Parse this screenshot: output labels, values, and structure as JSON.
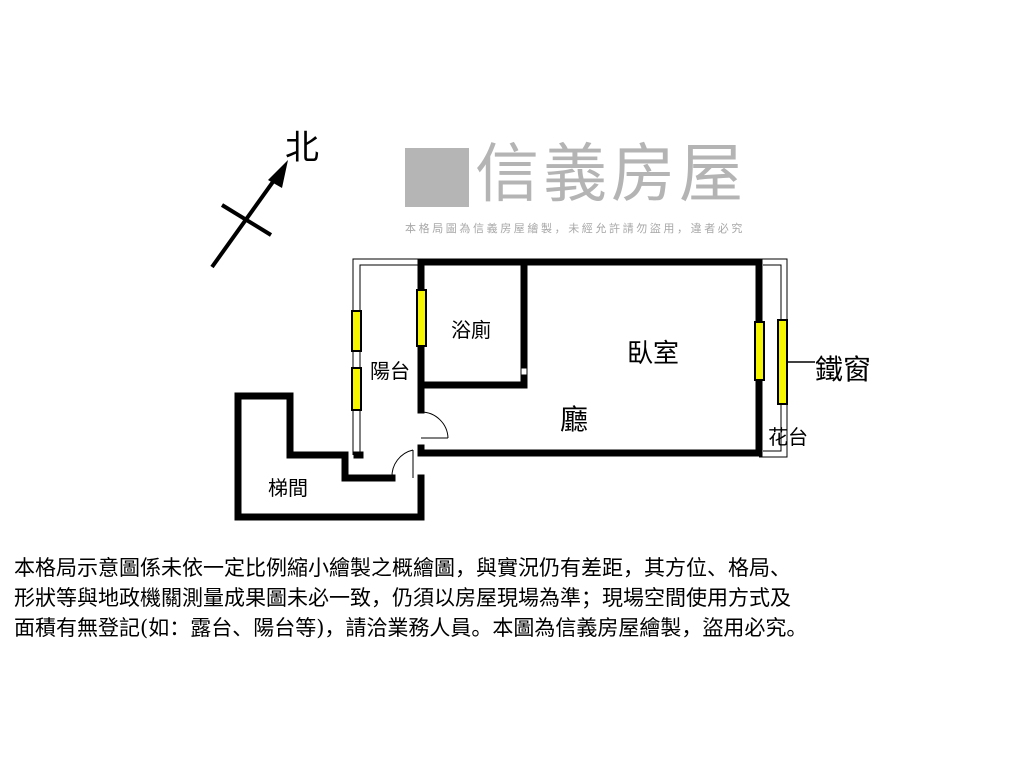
{
  "compass": {
    "label": "北"
  },
  "rooms": {
    "bathroom": "浴廁",
    "bedroom": "臥室",
    "balcony": "陽台",
    "living": "廳",
    "stairwell": "梯間",
    "planter": "花台",
    "iron_window": "鐵窗"
  },
  "watermark": {
    "brand": "信義房屋",
    "notice": "本格局圖為信義房屋繪製，未經允許請勿盜用，違者必究"
  },
  "disclaimer": {
    "lines": [
      "本格局示意圖係未依一定比例縮小繪製之概繪圖，與實況仍有差距，其方位、格局、",
      "形狀等與地政機關測量成果圖未必一致，仍須以房屋現場為準；現場空間使用方式及",
      "面積有無登記(如：露台、陽台等)，請洽業務人員。本圖為信義房屋繪製，盜用必究。"
    ]
  },
  "colors": {
    "wall": "#000000",
    "window": "#f5f500",
    "watermark": "#a8a8a8"
  }
}
